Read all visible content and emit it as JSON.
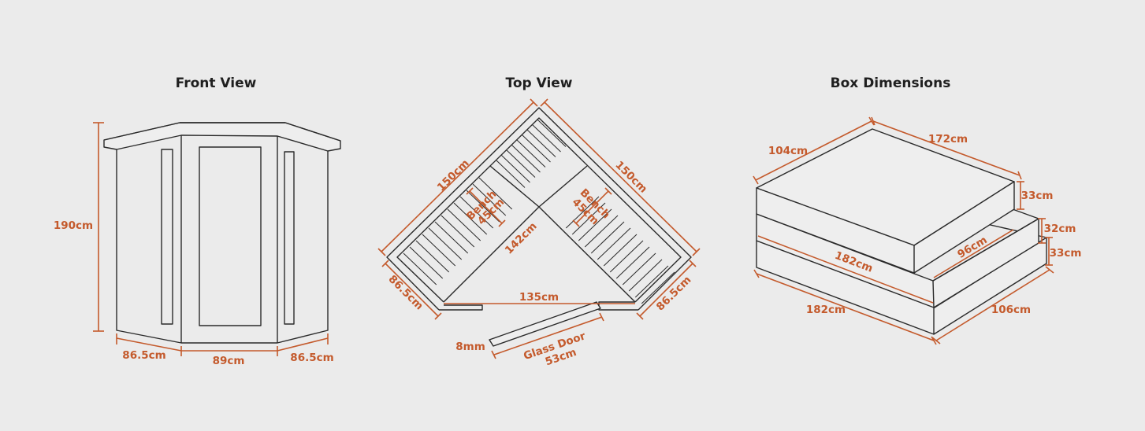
{
  "panels": {
    "front": {
      "title": "Front View",
      "height": "190cm",
      "left_width": "86.5cm",
      "center_width": "89cm",
      "right_width": "86.5cm"
    },
    "top": {
      "title": "Top View",
      "left_side": "150cm",
      "right_side": "150cm",
      "bench_left": "Bench",
      "bench_left_depth": "45cm",
      "bench_right": "Bench",
      "bench_right_depth": "45cm",
      "diagonal": "142cm",
      "front_opening": "135cm",
      "left_return": "86.5cm",
      "right_return": "86.5cm",
      "door_thickness": "8mm",
      "door_label": "Glass Door",
      "door_width": "53cm"
    },
    "box": {
      "title": "Box Dimensions",
      "top_depth": "104cm",
      "top_length": "172cm",
      "top_height": "33cm",
      "mid_length": "182cm",
      "mid_depth": "96cm",
      "mid_height": "32cm",
      "bottom_length": "182cm",
      "bottom_depth": "106cm",
      "bottom_height": "33cm"
    }
  },
  "colors": {
    "background": "#ebebeb",
    "dimension": "#c45a2c",
    "line": "#2a2a2a"
  }
}
